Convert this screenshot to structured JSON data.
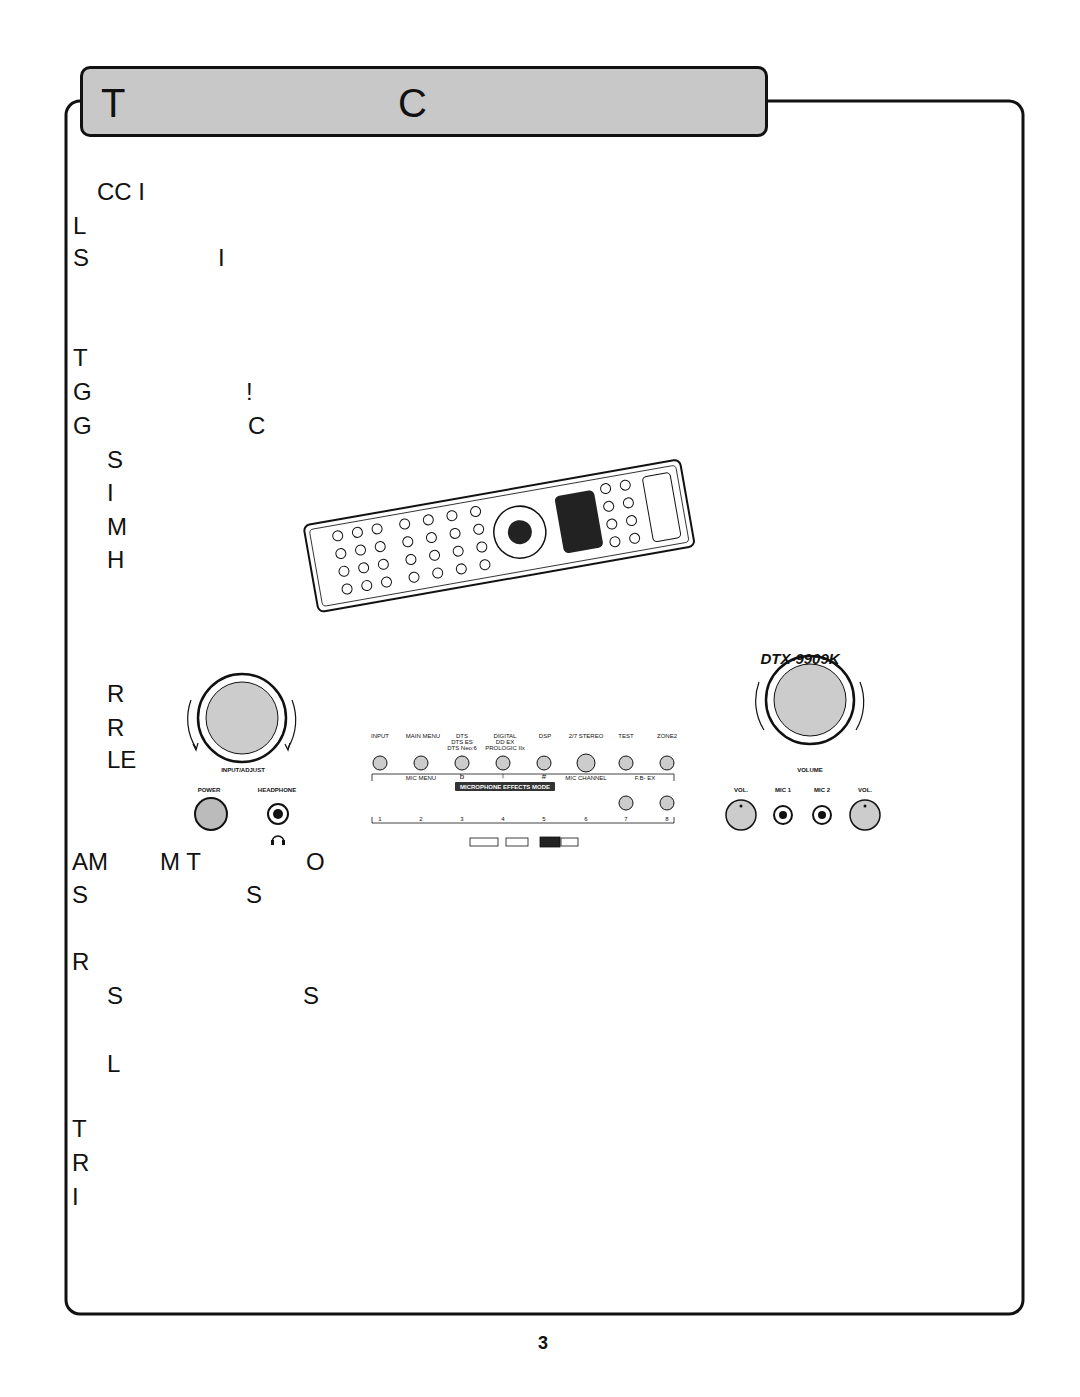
{
  "diagram": {
    "nodes": [
      {
        "text": [
          "T",
          "C"
        ]
      },
      {
        "text": [
          "MICROPHONE EFFECTS MODE"
        ]
      }
    ],
    "labels": [
      "CC I",
      "L",
      "S",
      "I",
      "T",
      "G",
      "!",
      "G",
      "C",
      "S",
      "I",
      "M",
      "H",
      "R",
      "R",
      "LE",
      "AM",
      "M T",
      "O",
      "S",
      "S",
      "R",
      "S",
      "S",
      "L",
      "T",
      "R",
      "I",
      "DTX-9909K",
      "INPUT",
      "MAIN MENU",
      "DTS",
      "DTS ES",
      "DTS Neo:6",
      "DIGITAL",
      "DD EX",
      "PROLOGIC IIx",
      "DSP",
      "2/7 STEREO",
      "TEST",
      "ZONE2",
      "MIC MENU",
      "b",
      "♮",
      "#",
      "MIC CHANNEL",
      "F.B- EX",
      "1",
      "2",
      "3",
      "4",
      "5",
      "6",
      "7",
      "8",
      "INPUT/ADJUST",
      "POWER",
      "HEADPHONE",
      "VOLUME",
      "VOL.",
      "MIC 1",
      "MIC 2",
      "VOL.",
      "3"
    ]
  }
}
